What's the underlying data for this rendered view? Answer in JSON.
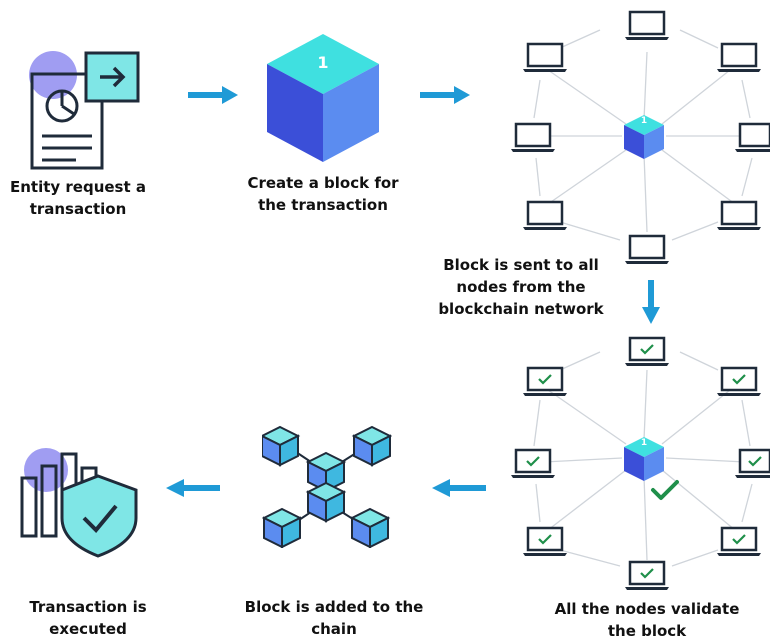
{
  "steps": {
    "request": {
      "caption": "Entity request a\ntransaction"
    },
    "create": {
      "caption": "Create a block for\nthe transaction",
      "block_label": "1"
    },
    "broadcast": {
      "caption": "Block is sent to all\nnodes from the\nblockchain network",
      "block_label": "1"
    },
    "validate": {
      "caption": "All the nodes validate\nthe block",
      "block_label": "1"
    },
    "chain": {
      "caption": "Block is added to the\nchain"
    },
    "executed": {
      "caption": "Transaction is\nexecuted"
    }
  },
  "colors": {
    "arrow": "#1f9ad6",
    "cube_top": "#3fe0e0",
    "cube_left": "#3b4fd8",
    "cube_right": "#5b8cf0",
    "check": "#1f8f4a",
    "icon_stroke": "#1f2b3a",
    "icon_accent": "#7fe6e6",
    "icon_bubble": "#8f8cf0",
    "connector": "#cfd4da"
  }
}
